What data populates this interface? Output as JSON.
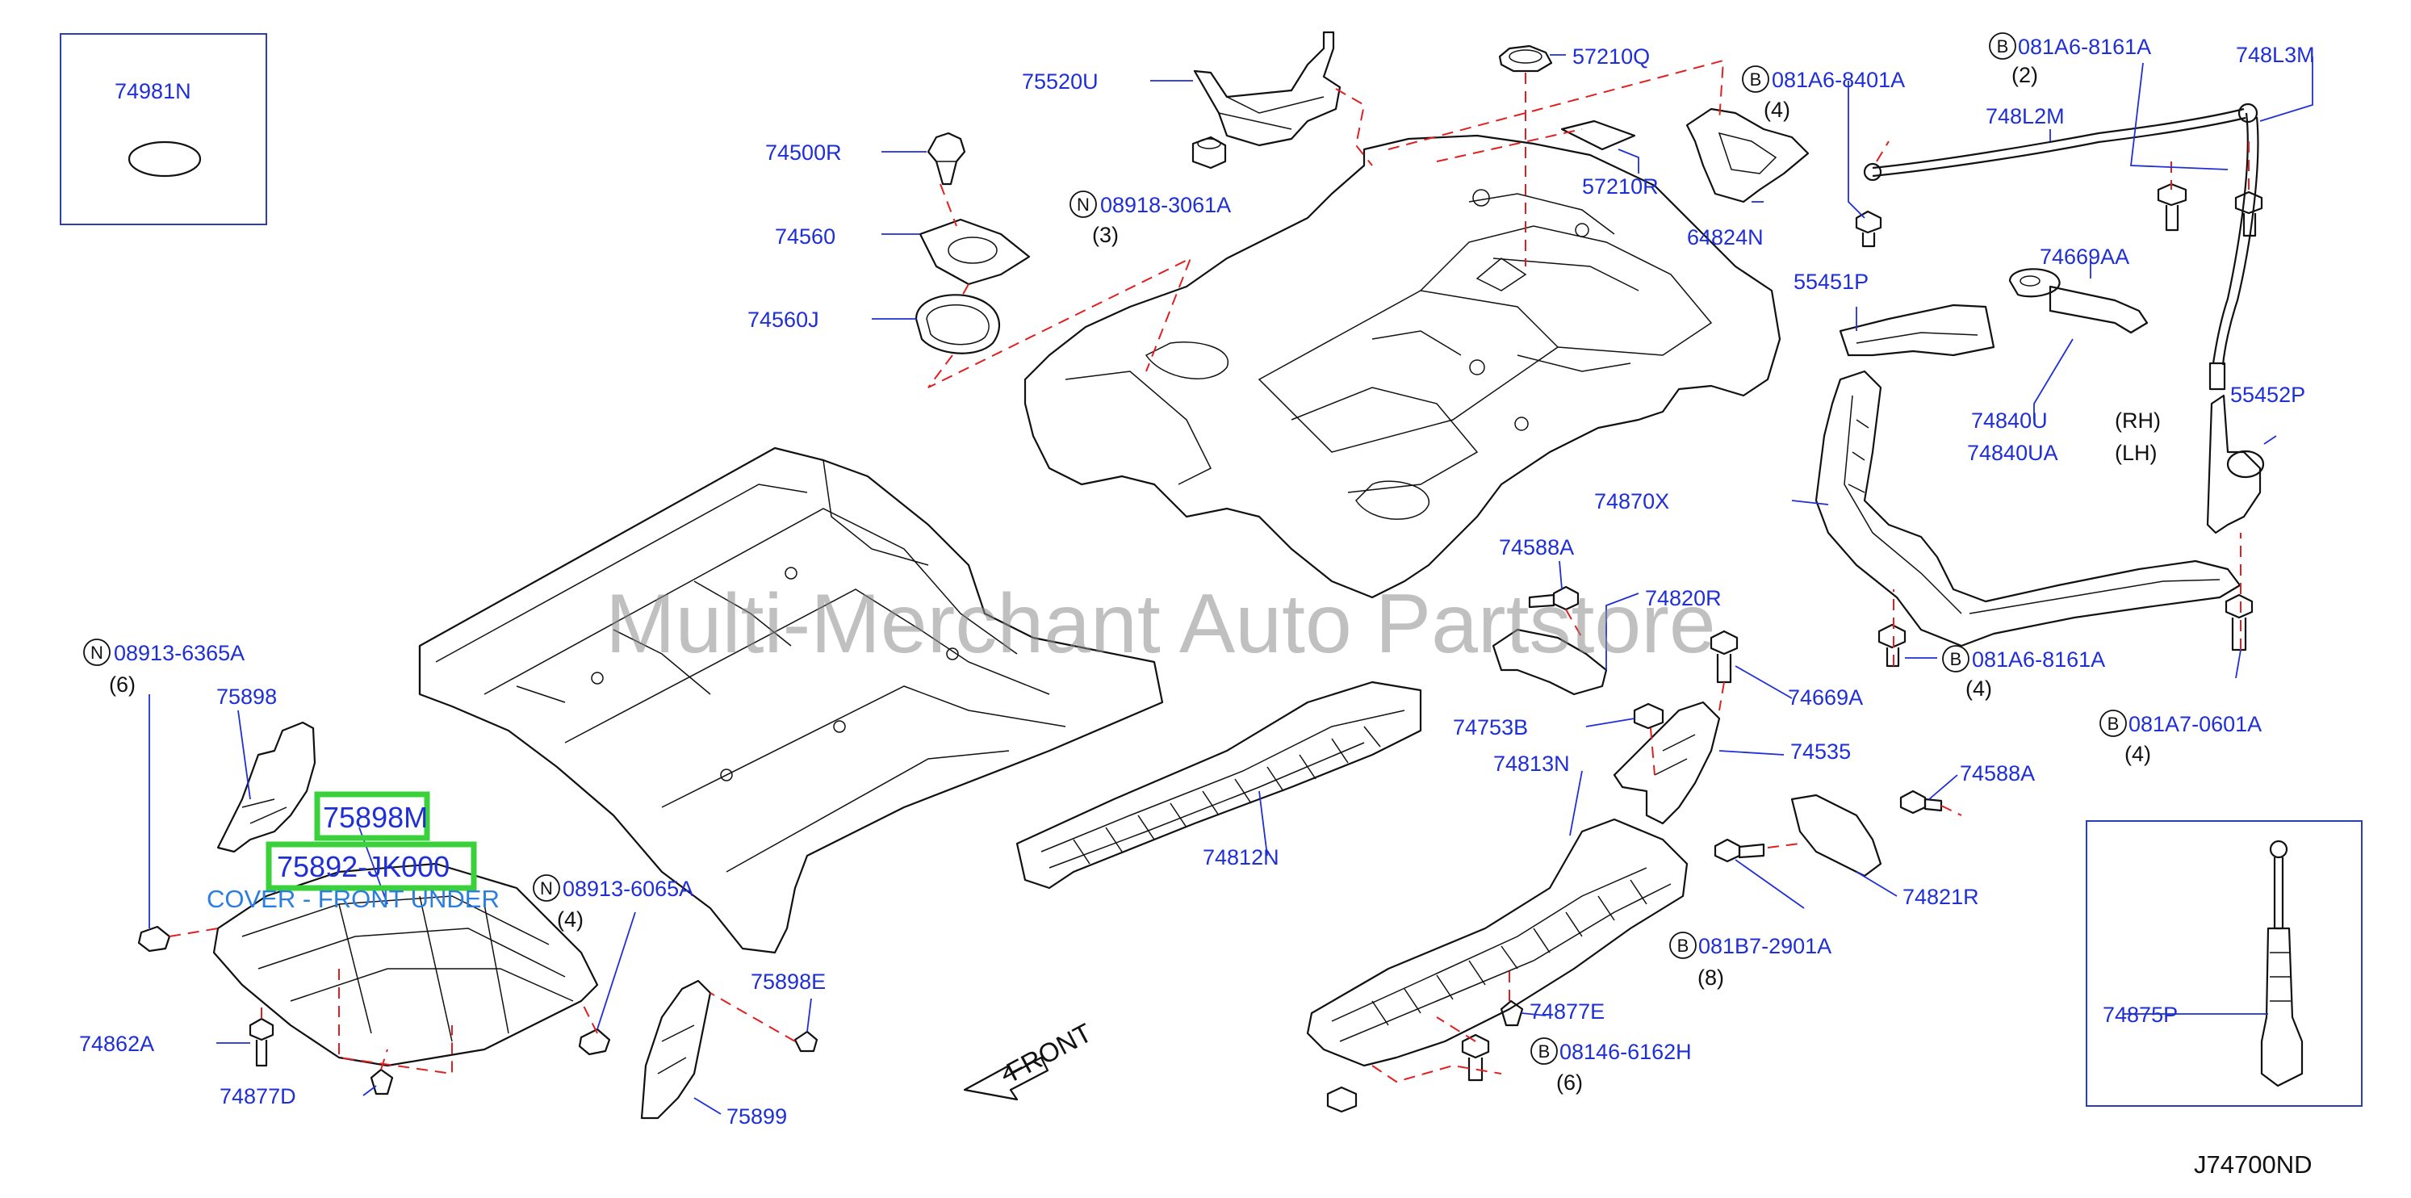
{
  "watermark": "Multi-Merchant Auto Partstore",
  "diagram_code": "J74700ND",
  "front_label": "FRONT",
  "highlight": {
    "part_75898M": "75898M",
    "part_75892": "75892-JK000",
    "part_75892_name": "COVER - FRONT UNDER"
  },
  "labels": {
    "p74981N": "74981N",
    "p75520U": "75520U",
    "p74500R": "74500R",
    "p74560": "74560",
    "p74560J": "74560J",
    "p08918_3061A": "08918-3061A",
    "q08918_3061A": "(3)",
    "p57210Q": "57210Q",
    "p57210R": "57210R",
    "p081A6_8401A": "081A6-8401A",
    "q081A6_8401A": "(4)",
    "p64824N": "64824N",
    "p081A6_8161A_top": "081A6-8161A",
    "q081A6_8161A_top": "(2)",
    "p748L3M": "748L3M",
    "p748L2M": "748L2M",
    "p74669AA": "74669AA",
    "p55451P": "55451P",
    "p74840U": "74840U",
    "p74840UA": "74840UA",
    "rh": "(RH)",
    "lh": "(LH)",
    "p55452P": "55452P",
    "p74870X": "74870X",
    "p74588A_1": "74588A",
    "p74820R": "74820R",
    "p74669A": "74669A",
    "p081A6_8161A_mid": "081A6-8161A",
    "q081A6_8161A_mid": "(4)",
    "p081A7_0601A": "081A7-0601A",
    "q081A7_0601A": "(4)",
    "p74753B": "74753B",
    "p74535": "74535",
    "p74813N": "74813N",
    "p74588A_2": "74588A",
    "p74821R": "74821R",
    "p081B7_2901A": "081B7-2901A",
    "q081B7_2901A": "(8)",
    "p74877E": "74877E",
    "p08146_6162H": "08146-6162H",
    "q08146_6162H": "(6)",
    "p74812N": "74812N",
    "p74875P": "74875P",
    "p08913_6365A": "08913-6365A",
    "q08913_6365A": "(6)",
    "p75898": "75898",
    "p08913_6065A": "08913-6065A",
    "q08913_6065A": "(4)",
    "p75898E": "75898E",
    "p74862A": "74862A",
    "p74877D": "74877D",
    "p75899": "75899"
  },
  "markers": {
    "n": "N",
    "b": "B"
  }
}
